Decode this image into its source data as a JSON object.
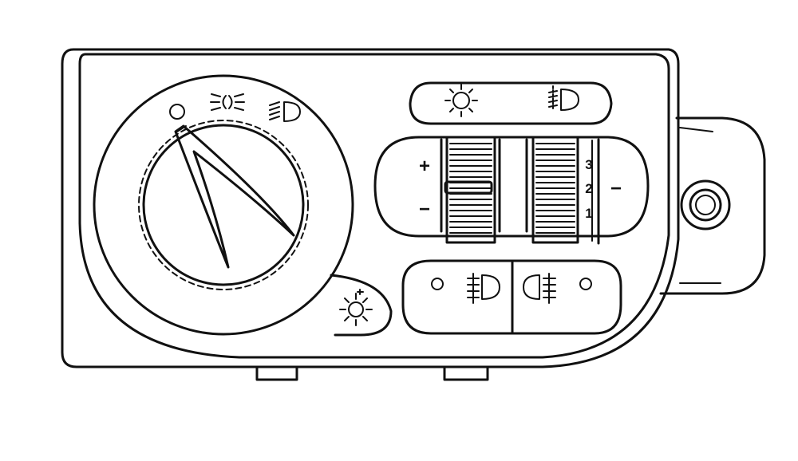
{
  "panel": {
    "colors": {
      "stroke": "#111111",
      "background": "#ffffff"
    },
    "dimmer_wheel": {
      "plus": "+",
      "minus": "−"
    },
    "beam_range_wheel": {
      "levels": [
        "3",
        "2",
        "1"
      ],
      "minus": "−"
    },
    "knob_positions": [
      "off-icon",
      "parking-lights-icon",
      "low-beam-icon"
    ],
    "top_buttons": [
      "instrument-lighting-icon",
      "headlight-range-icon"
    ],
    "bottom_buttons": [
      "front-fog-light-icon",
      "rear-fog-light-icon"
    ]
  }
}
